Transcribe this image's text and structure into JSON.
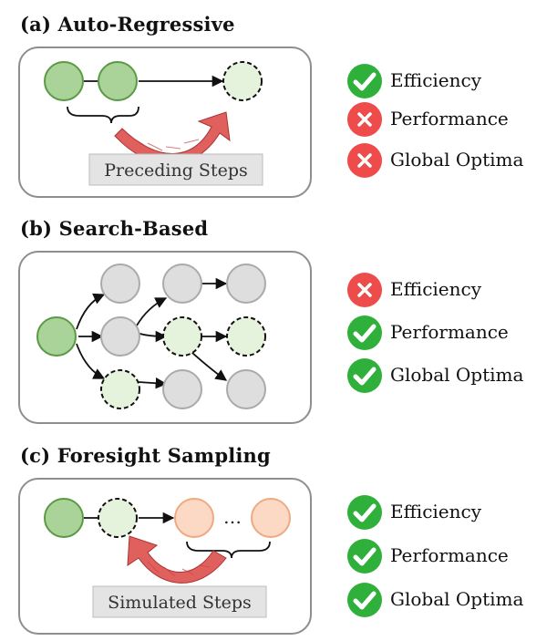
{
  "sections": [
    {
      "title": "(a) Auto-Regressive",
      "annotation": "Preceding Steps",
      "properties": [
        {
          "label": "Efficiency",
          "status": "check"
        },
        {
          "label": "Performance",
          "status": "cross"
        },
        {
          "label": "Global Optima",
          "status": "cross"
        }
      ]
    },
    {
      "title": "(b) Search-Based",
      "properties": [
        {
          "label": "Efficiency",
          "status": "cross"
        },
        {
          "label": "Performance",
          "status": "check"
        },
        {
          "label": "Global Optima",
          "status": "check"
        }
      ]
    },
    {
      "title": "(c) Foresight Sampling",
      "annotation": "Simulated Steps",
      "ellipsis": "…",
      "properties": [
        {
          "label": "Efficiency",
          "status": "check"
        },
        {
          "label": "Performance",
          "status": "check"
        },
        {
          "label": "Global Optima",
          "status": "check"
        }
      ]
    }
  ],
  "colors": {
    "check": "#2fb03b",
    "cross": "#ee4b4b",
    "node_done_fill": "#a9d398",
    "node_done_stroke": "#5b9a45",
    "node_candidate_fill": "#e5f3dc",
    "node_unexplored_fill": "#dedede",
    "node_simulated_fill": "#fbd9c4",
    "node_simulated_stroke": "#eeaa80",
    "arrow_fill": "#e0605e"
  }
}
